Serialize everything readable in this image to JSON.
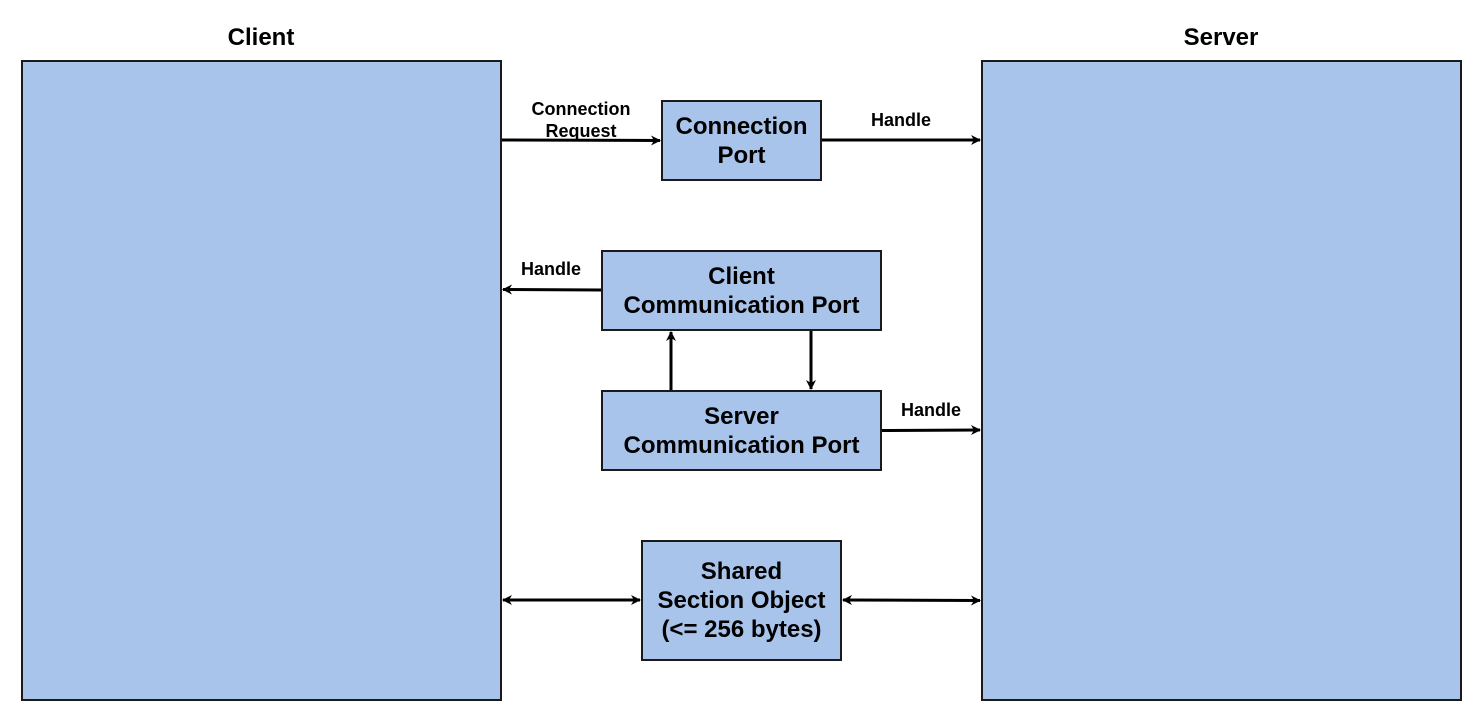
{
  "client": {
    "title": "Client"
  },
  "server": {
    "title": "Server"
  },
  "nodes": {
    "connection_port": "Connection\nPort",
    "client_comm_port": "Client\nCommunication Port",
    "server_comm_port": "Server\nCommunication Port",
    "shared_section": "Shared\nSection Object\n(<= 256 bytes)"
  },
  "edges": {
    "connection_request": "Connection\nRequest",
    "handle_to_server_top": "Handle",
    "handle_to_client": "Handle",
    "handle_to_server_mid": "Handle"
  },
  "colors": {
    "box_fill": "#a9c4eb",
    "border": "#1a1a1a"
  }
}
